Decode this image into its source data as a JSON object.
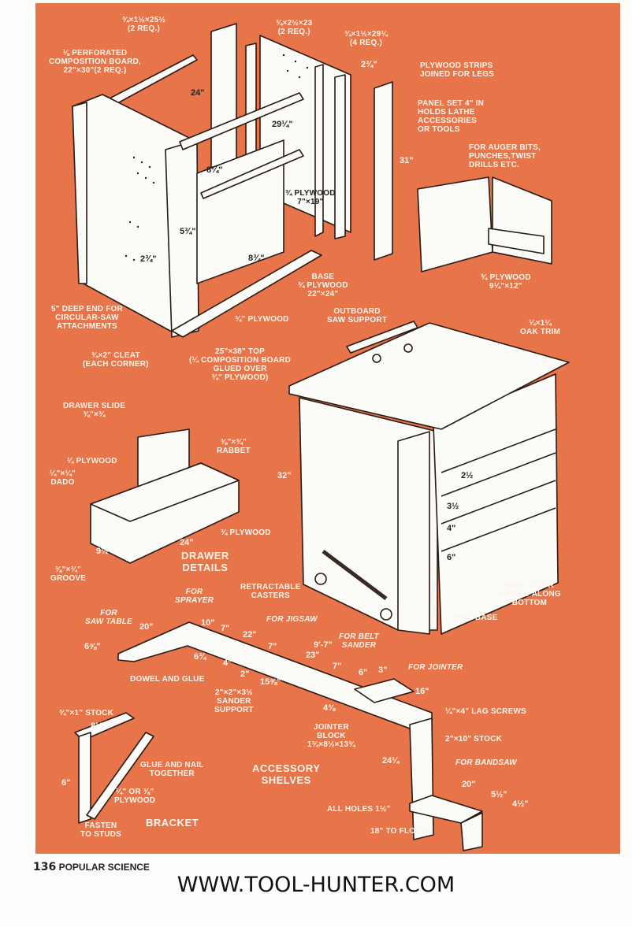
{
  "colors": {
    "panel": "#e8744a",
    "label": "#fff5ec",
    "drawing_fill": "#fbfbf8",
    "drawing_line": "#2a1a14"
  },
  "frame_labels": {
    "top_rail": "¾×1½×25½\n(2 REQ.)",
    "perforated_board": "⅛ PERFORATED\nCOMPOSITION BOARD,\n22\"×30\"(2 REQ.)",
    "back_rail": "¾×2½×23\n(2 REQ.)",
    "leg_strip": "¾×1½×29¼\n(4 REQ.)",
    "leg_width": "2¾\"",
    "plywood_strips": "PLYWOOD STRIPS\nJOINED FOR LEGS",
    "panel_set": "PANEL SET 4\" IN\nHOLDS LATHE\nACCESSORIES\nOR TOOLS",
    "height_31": "31\"",
    "auger_bits": "FOR AUGER BITS,\nPUNCHES,TWIST\nDRILLS ETC.",
    "door_plywood": "¾ PLYWOOD\n9¼\"×12\"",
    "width_24": "24\"",
    "height_29": "29¼\"",
    "shelf_8": "8¼\"",
    "shelf_plywood": "¾ PLYWOOD\n7\"×19\"",
    "dim_5_3_4": "5¾\"",
    "dim_2_3_4": "2¾\"",
    "dim_8_3_4": "8¾\"",
    "base": "BASE\n¾ PLYWOOD\n22\"×24\"",
    "deep_end": "5\" DEEP END FOR\nCIRCULAR-SAW\nATTACHMENTS",
    "plywood_3_4": "¾\" PLYWOOD",
    "cleat": "¾×2\" CLEAT\n(EACH CORNER)"
  },
  "cabinet_labels": {
    "outboard": "OUTBOARD\nSAW SUPPORT",
    "oak_trim": "¼×1¼\nOAK TRIM",
    "top": "25\"×38\" TOP\n(¼ COMPOSITION BOARD\nGLUED OVER\n¾\" PLYWOOD)",
    "height_32": "32\"",
    "drawer_2_1_2": "2½",
    "drawer_3_1_2": "3½",
    "drawer_4": "4\"",
    "drawer_6": "6\"",
    "casters": "RETRACTABLE\nCASTERS",
    "door": "4×24\" DOOR\nHINGED ALONG\nBOTTOM",
    "chest_base": "CHEST BASE"
  },
  "drawer_labels": {
    "slide": "DRAWER SLIDE\n⅜\"×¾",
    "rabbet": "⅜\"×¾\"\nRABBET",
    "plywood_1_4": "¼ PLYWOOD",
    "dado": "¼\"×¼\"\nDADO",
    "plywood_3_4": "¾ PLYWOOD",
    "length": "24\"",
    "width": "9½",
    "groove": "⅜\"×¾\"\nGROOVE",
    "title": "DRAWER\nDETAILS"
  },
  "shelf_labels": {
    "sprayer": "FOR\nSPRAYER",
    "saw_table": "FOR\nSAW TABLE",
    "jigsaw": "FOR JIGSAW",
    "belt_sander": "FOR BELT\nSANDER",
    "jointer": "FOR JOINTER",
    "dowel": "DOWEL AND GLUE",
    "sander_support": "2\"×2\"×3½\nSANDER\nSUPPORT",
    "lag_screws": "¼\"×4\" LAG SCREWS",
    "jointer_block": "JOINTER\nBLOCK\n1¾×8½×13¾",
    "stock_2x10": "2\"×10\" STOCK",
    "bandsaw": "FOR BANDSAW",
    "all_holes": "ALL HOLES 1½\"",
    "to_floor": "18\" TO FLOOR",
    "title": "ACCESSORY\nSHELVES",
    "dims": [
      "20\"",
      "6⅝\"",
      "10\"",
      "7\"",
      "22\"",
      "7\"",
      "9'-7\"",
      "23\"",
      "7\"",
      "6\"",
      "3\"",
      "16\"",
      "6¾",
      "4\"",
      "2\"",
      "15⅝\"",
      "4⅜",
      "24¼",
      "20\"",
      "5½\"",
      "4½\""
    ]
  },
  "bracket_labels": {
    "stock": "¾\"×1\" STOCK",
    "width": "8½\"",
    "glue": "GLUE AND NAIL\nTOGETHER",
    "height": "6\"",
    "plywood": "¼\" OR ⅜\"\nPLYWOOD",
    "fasten": "FASTEN\nTO STUDS",
    "title": "BRACKET"
  },
  "footer": {
    "page_number": "136",
    "magazine": "POPULAR SCIENCE",
    "website": "WWW.TOOL-HUNTER.COM"
  }
}
